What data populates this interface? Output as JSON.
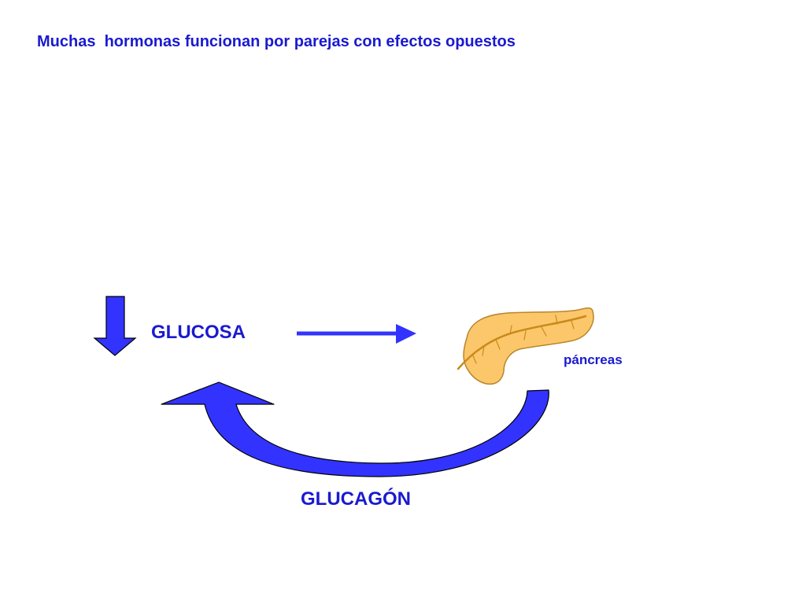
{
  "slide": {
    "title": "Muchas  hormonas funcionan por parejas con efectos opuestos"
  },
  "diagram": {
    "glucose_label": "GLUCOSA",
    "glucagon_label": "GLUCAGÓN",
    "pancreas_label": "páncreas",
    "colors": {
      "arrow_fill": "#3333ff",
      "arrow_stroke": "#000000",
      "text": "#1a1ad0",
      "pancreas_fill": "#fcc76a",
      "pancreas_stroke": "#b8862a",
      "pancreas_duct": "#c98a1c"
    },
    "icons": {
      "glucose_level": "down-arrow-icon",
      "flow": "right-arrow-icon",
      "organ": "pancreas-icon",
      "feedback": "curved-return-arrow-icon"
    }
  }
}
